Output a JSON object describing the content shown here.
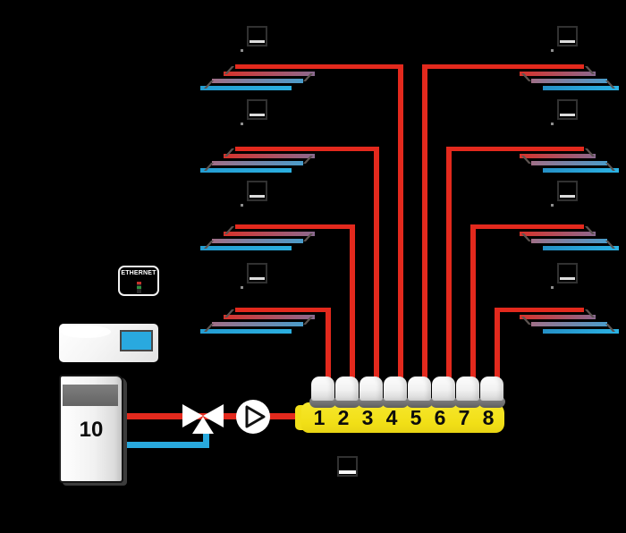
{
  "diagram_title": "underfloor-heating-manifold-system",
  "colors": {
    "background": "#000000",
    "supply_pipe_red": "#e3291d",
    "return_pipe_blue": "#29a9dd",
    "manifold_yellow": "#f1df16",
    "controller_screen_cyan": "#29a9df",
    "loop_gradient_start": "#d8322a",
    "loop_gradient_end": "#2bafe0"
  },
  "ethernet_module": {
    "label": "ETHERNET"
  },
  "heat_source": {
    "label": "10"
  },
  "manifold": {
    "outputs": [
      "1",
      "2",
      "3",
      "4",
      "5",
      "6",
      "7",
      "8"
    ],
    "output_count": 8,
    "actuator_count": 8
  },
  "zones": {
    "left_loop_count": 4,
    "right_loop_count": 4,
    "room_thermostat_count": 8,
    "floor_thermostat_count": 1
  },
  "components": [
    "room-thermostat",
    "floor-heating-loop",
    "thermoelectric-actuator",
    "manifold",
    "circulation-pump",
    "three-way-mixing-valve",
    "heat-source",
    "controller",
    "ethernet-module"
  ]
}
